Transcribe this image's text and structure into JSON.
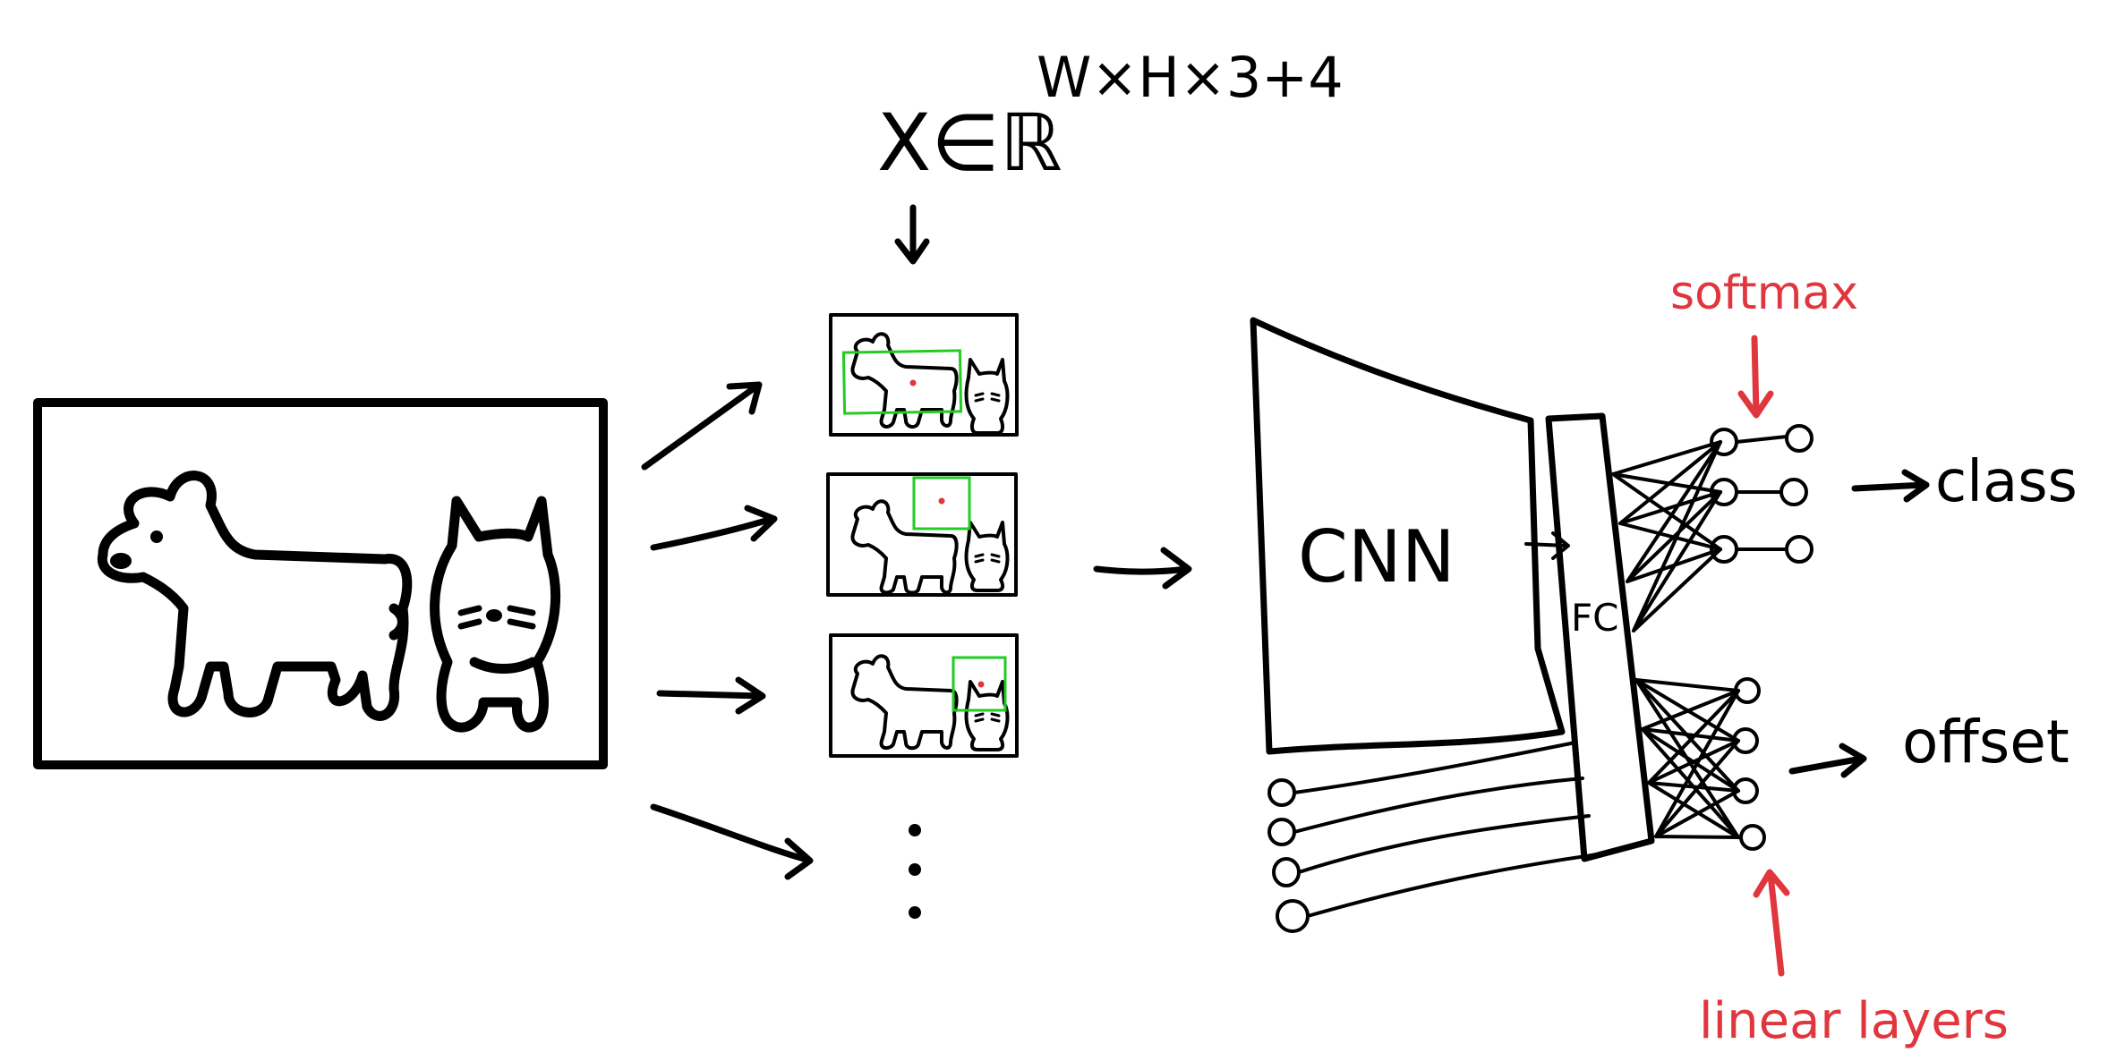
{
  "formula": {
    "base": "X∈ℝ",
    "superscript": "W×H×3+4"
  },
  "labels": {
    "cnn": "CNN",
    "fc": "FC",
    "softmax": "softmax",
    "linear_layers": "linear layers",
    "class": "class",
    "offset": "offset",
    "ellipsis_dots": "⋮"
  },
  "colors": {
    "ink": "#000000",
    "annotation": "#e0363e",
    "region_box": "#22cc22",
    "region_center": "#e0363e"
  }
}
